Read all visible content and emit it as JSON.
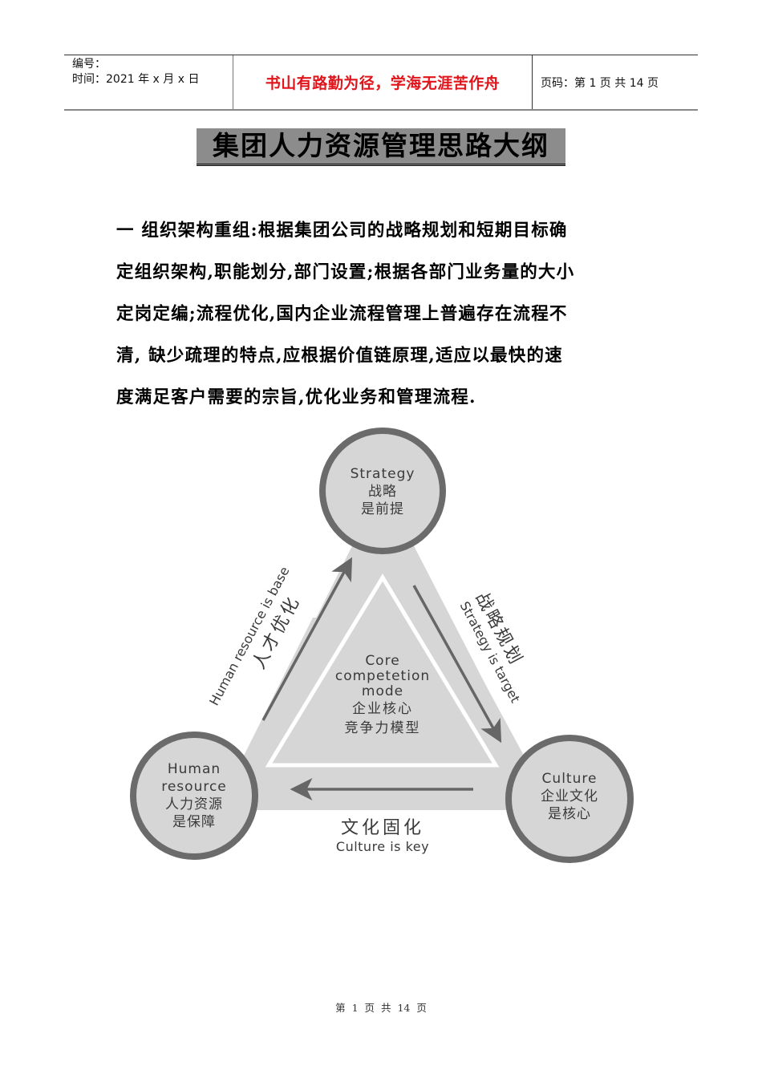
{
  "header": {
    "number_label": "编号：",
    "date_label": "时间：2021 年 x 月 x 日",
    "motto": "书山有路勤为径，学海无涯苦作舟",
    "page_label": "页码：第 1 页  共 14 页",
    "motto_color": "#e0141a"
  },
  "title": "集团人力资源管理思路大纲",
  "paragraph": {
    "lines": [
      "一  组织架构重组:根据集团公司的战略规划和短期目标确",
      "定组织架构,职能划分,部门设置;根据各部门业务量的大小",
      "定岗定编;流程优化,国内企业流程管理上普遍存在流程不",
      "清, 缺少疏理的特点,应根据价值链原理,适应以最快的速",
      "度满足客户需要的宗旨,优化业务和管理流程."
    ]
  },
  "diagram": {
    "colors": {
      "fill": "#d6d6d6",
      "ring": "#6b6b6b",
      "arrow": "#666666",
      "text": "#3a3a3a"
    },
    "top_circle": {
      "en": "Strategy",
      "zh1": "战略",
      "zh2": "是前提"
    },
    "left_circle": {
      "en1": "Human",
      "en2": "resource",
      "zh1": "人力资源",
      "zh2": "是保障"
    },
    "right_circle": {
      "en": "Culture",
      "zh1": "企业文化",
      "zh2": "是核心"
    },
    "core": {
      "en1": "Core",
      "en2": "competetion",
      "en3": "mode",
      "zh1": "企业核心",
      "zh2": "竞争力模型"
    },
    "left_edge": {
      "en": "Human resource is base",
      "zh": "人才优化"
    },
    "right_edge": {
      "en": "Strategy is target",
      "zh": "战略规划"
    },
    "bottom_edge": {
      "zh": "文化固化",
      "en": "Culture is key"
    }
  },
  "footer": {
    "page_text": "第 1 页 共 14 页"
  }
}
